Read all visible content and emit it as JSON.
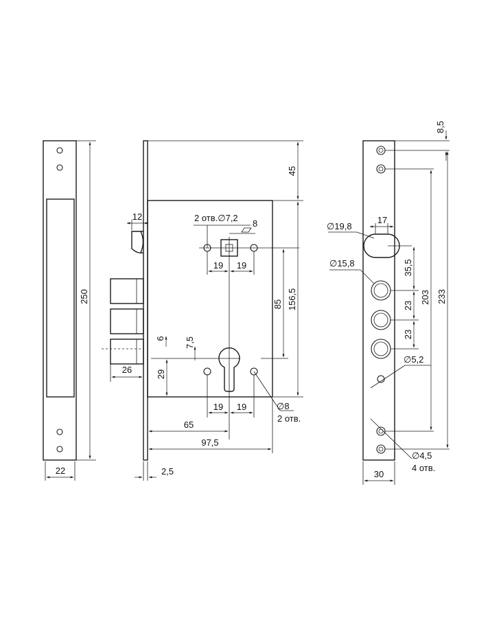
{
  "labels": {
    "width_front_plate": "22",
    "height_front_plate": "250",
    "latch_width": "12",
    "holes_2_dia": "2 отв.∅7,2",
    "square_8": "8",
    "spindle_offset_l": "19",
    "spindle_offset_r": "19",
    "body_top_offset": "45",
    "spindle_to_cyl": "85",
    "case_height": "156,5",
    "bolt_gap": "6",
    "cyl_hole_offset": "7,5",
    "bolt_length": "26",
    "cyl_below": "29",
    "cyl_offset_l": "19",
    "cyl_offset_r": "19",
    "backset": "65",
    "case_depth": "97,5",
    "plate_thickness": "2,5",
    "cyl_holes_dia": "∅8",
    "cyl_holes_count": "2 отв.",
    "top_hole_offset": "8,5",
    "latch_hole_dia": "∅19,8",
    "latch_hole_width": "17",
    "bolt_hole_dia": "∅15,8",
    "bolt_spacing_1": "35,5",
    "bolt_spacing_2": "23",
    "bolt_spacing_3": "23",
    "hole_span_203": "203",
    "hole_span_233": "233",
    "cyl_face_dia": "∅5,2",
    "screw_holes_dia": "∅4,5",
    "screw_holes_count": "4 отв.",
    "strike_width": "30"
  }
}
